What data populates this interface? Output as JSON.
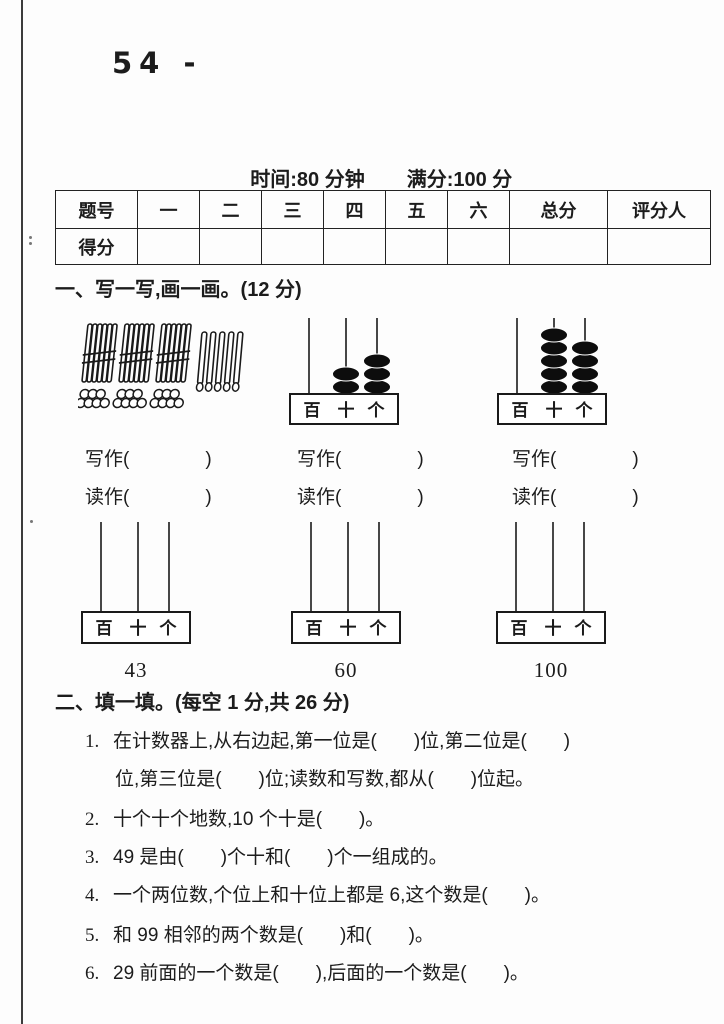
{
  "page_number": "54 -",
  "header": {
    "time_label": "时间:80 分钟",
    "score_label": "满分:100 分"
  },
  "score_table": {
    "header_row": [
      "题号",
      "一",
      "二",
      "三",
      "四",
      "五",
      "六",
      "总分",
      "评分人"
    ],
    "score_row_label": "得分"
  },
  "section1": {
    "title": "一、写一写,画一画。(12 分)",
    "place_labels": [
      "百",
      "十",
      "个"
    ],
    "write_label": "写作(",
    "read_label": "读作(",
    "paren_close": ")",
    "items": [
      {
        "type": "sticks",
        "bundles": 3,
        "singles": 5
      },
      {
        "type": "abacus",
        "hundreds": 0,
        "tens": 2,
        "ones": 3
      },
      {
        "type": "abacus",
        "hundreds": 0,
        "tens": 5,
        "ones": 4
      }
    ],
    "draw_numbers": [
      "43",
      "60",
      "100"
    ]
  },
  "section2": {
    "title": "二、填一填。(每空 1 分,共 26 分)",
    "questions": [
      {
        "num": "1.",
        "lines": [
          "在计数器上,从右边起,第一位是(       )位,第二位是(       )",
          "位,第三位是(       )位;读数和写数,都从(       )位起。"
        ]
      },
      {
        "num": "2.",
        "lines": [
          "十个十个地数,10 个十是(       )。"
        ]
      },
      {
        "num": "3.",
        "lines": [
          "49 是由(       )个十和(       )个一组成的。"
        ]
      },
      {
        "num": "4.",
        "lines": [
          "一个两位数,个位上和十位上都是 6,这个数是(       )。"
        ]
      },
      {
        "num": "5.",
        "lines": [
          "和 99 相邻的两个数是(       )和(       )。"
        ]
      },
      {
        "num": "6.",
        "lines": [
          "29 前面的一个数是(       ),后面的一个数是(       )。"
        ]
      }
    ]
  }
}
